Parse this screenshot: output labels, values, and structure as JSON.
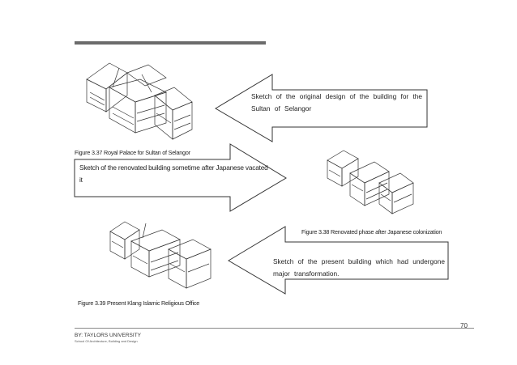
{
  "arrows": {
    "first": "Sketch of the original design of the building for the Sultan of Selangor",
    "second": "Sketch of the renovated building sometime after Japanese vacated it",
    "third": "Sketch of the present building which had undergone major transformation."
  },
  "captions": {
    "fig_3_37": "Figure 3.37 Royal Palace for Sultan of Selangor",
    "fig_3_38": "Figure 3.38 Renovated phase after Japanese colonization",
    "fig_3_39": "Figure 3.39 Present Klang Islamic Religious Office"
  },
  "page_number": "70",
  "footer": {
    "org": "BY: TAYLORS UNIVERSITY",
    "school": "School Of Architecture, Building and Design"
  }
}
